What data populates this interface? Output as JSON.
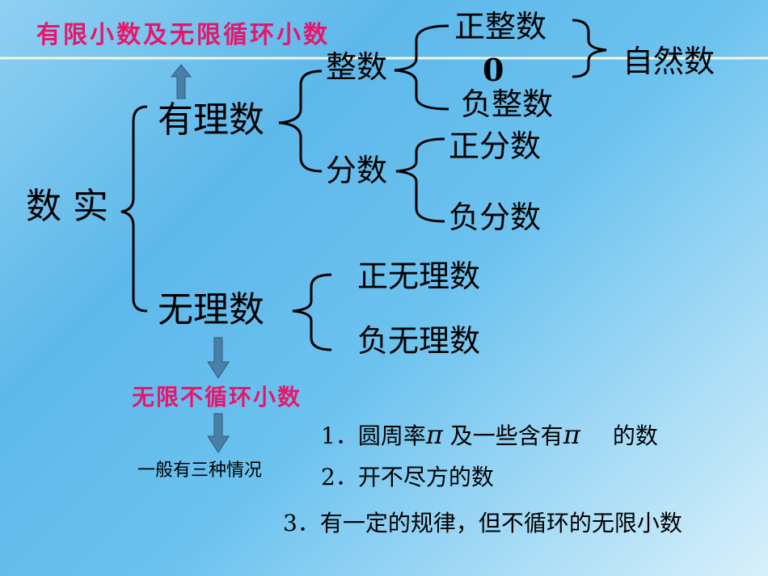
{
  "top_note": "有限小数及无限循环小数",
  "root": "数 实",
  "rational": {
    "label": "有理数",
    "integer": {
      "label": "整数",
      "children": [
        "正整数",
        "0",
        "负整数"
      ],
      "group_label": "自然数"
    },
    "fraction": {
      "label": "分数",
      "children": [
        "正分数",
        "负分数"
      ]
    }
  },
  "irrational": {
    "label": "无理数",
    "children": [
      "正无理数",
      "负无理数"
    ],
    "note": "无限不循环小数",
    "cases_label": "一般有三种情况",
    "cases": [
      {
        "num": "1．",
        "text_a": "圆周率",
        "pi": "π",
        "text_b": "及一些含有",
        "text_c": "的数"
      },
      {
        "num": "2．",
        "text": "开不尽方的数"
      },
      {
        "num": "3．",
        "text": "有一定的规律，但不循环的无限小数"
      }
    ]
  },
  "colors": {
    "note": "#e8166b",
    "arrow": "#4a80a8",
    "line": "#f4f6dc"
  }
}
